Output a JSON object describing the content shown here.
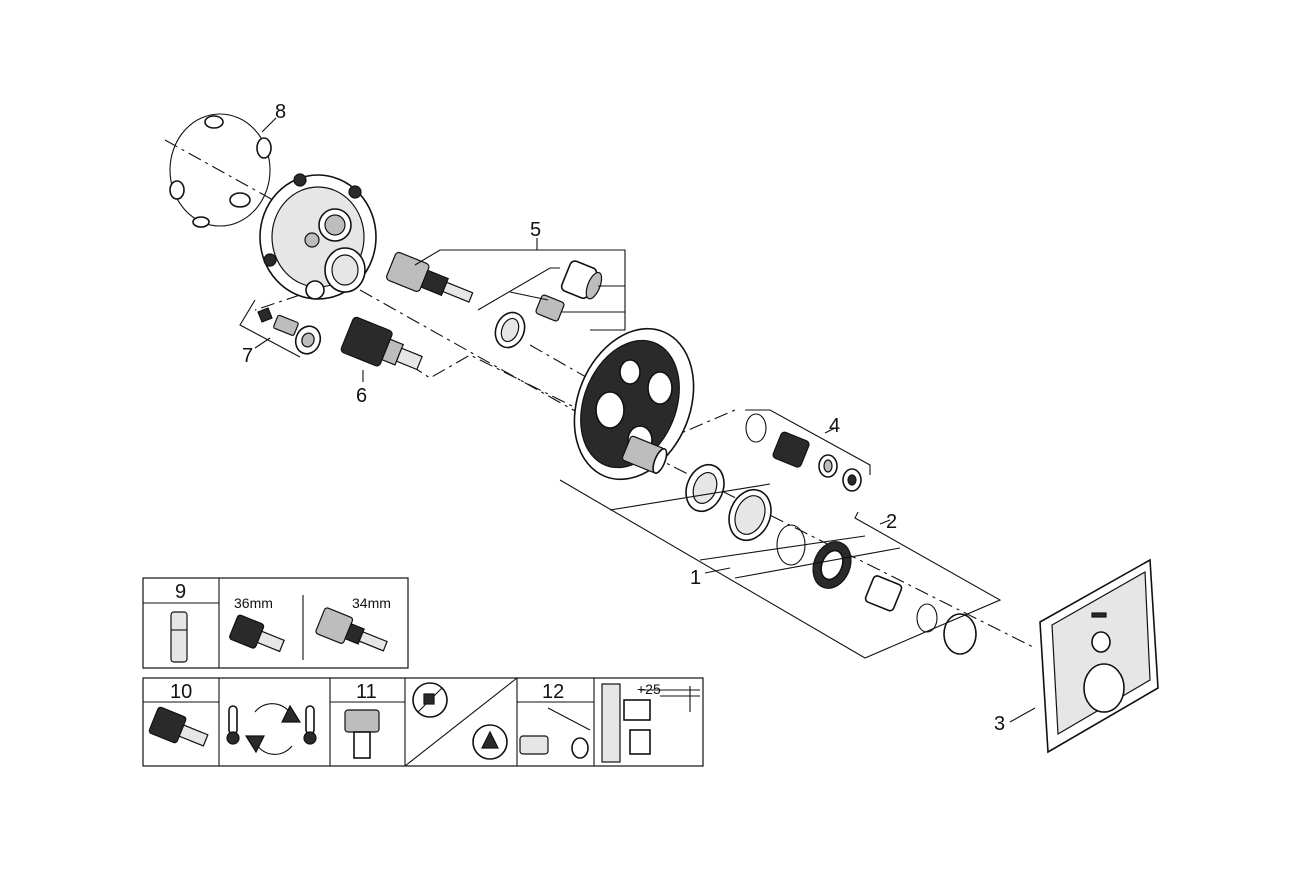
{
  "callouts": [
    "1",
    "2",
    "3",
    "4",
    "5",
    "6",
    "7",
    "8"
  ],
  "legend": {
    "box9": {
      "number": "9",
      "size_a": "36mm",
      "size_b": "34mm"
    },
    "box10": {
      "number": "10"
    },
    "box11": {
      "number": "11"
    },
    "box12": {
      "number": "12",
      "dimension": "+25"
    }
  },
  "icons": {
    "temperature_cycle": "temperature-cycle-icon",
    "no_spray": "no-spray-icon",
    "no_abrasive": "no-abrasive-icon"
  },
  "colors": {
    "line": "#111111",
    "fill_dark": "#2a2a2a",
    "fill_grey": "#bdbdbd"
  }
}
